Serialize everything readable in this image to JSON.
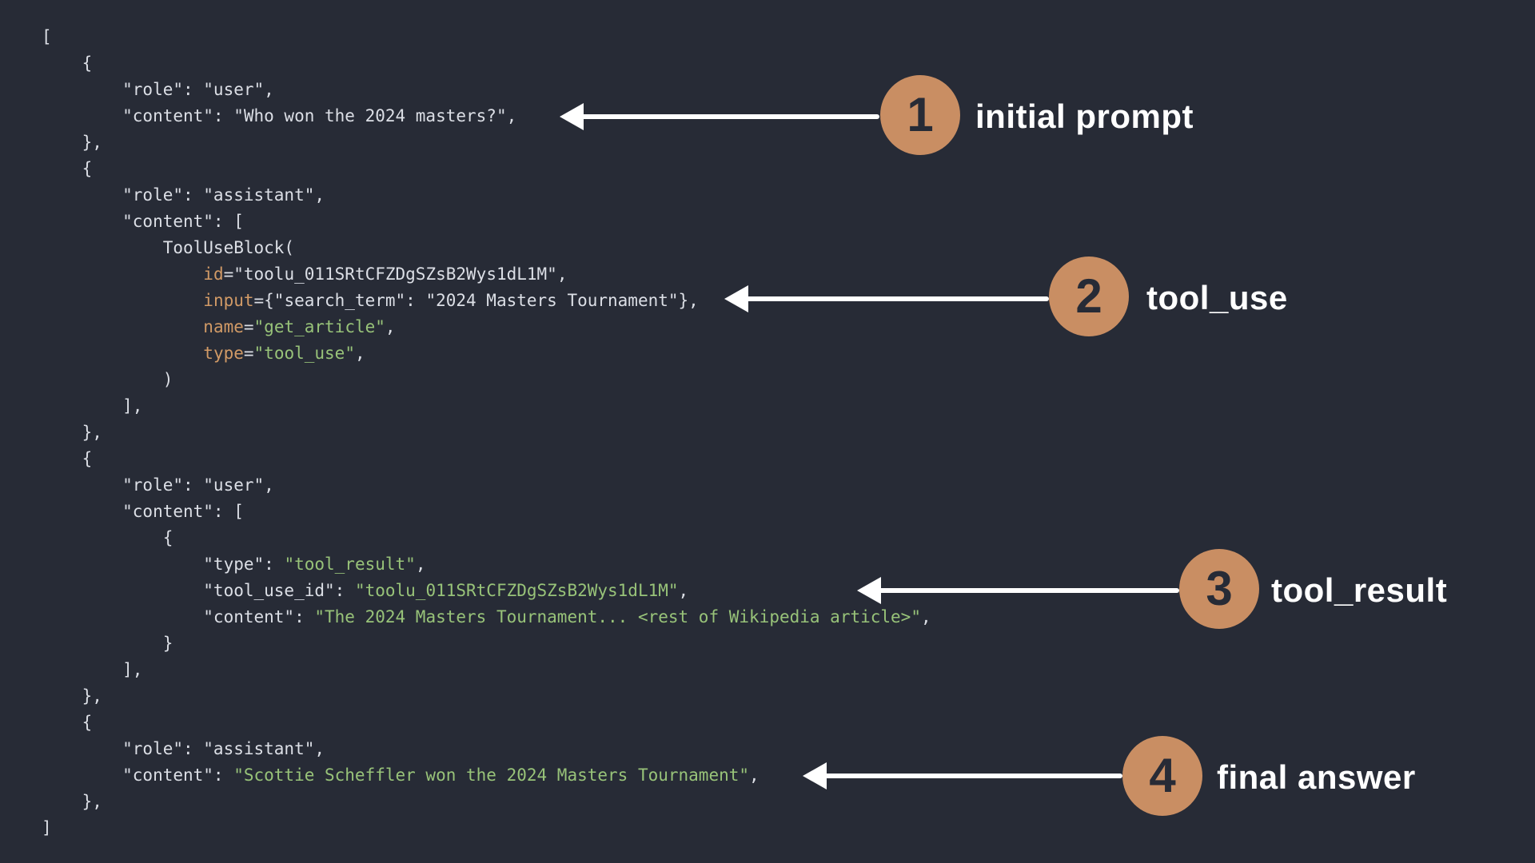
{
  "colors": {
    "background": "#272b36",
    "code_plain": "#dcdfe6",
    "code_orange": "#d19a66",
    "code_green": "#98c379",
    "circle_fill": "#c98e63",
    "circle_number": "#272b36",
    "arrow": "#ffffff",
    "label_text": "#ffffff"
  },
  "code": {
    "lines": [
      [
        {
          "t": "[",
          "c": "plain"
        }
      ],
      [
        {
          "t": "    {",
          "c": "plain"
        }
      ],
      [
        {
          "t": "        \"role\": \"user\",",
          "c": "plain"
        }
      ],
      [
        {
          "t": "        \"content\": \"Who won the 2024 masters?\",",
          "c": "plain"
        }
      ],
      [
        {
          "t": "    },",
          "c": "plain"
        }
      ],
      [
        {
          "t": "    {",
          "c": "plain"
        }
      ],
      [
        {
          "t": "        \"role\": \"assistant\",",
          "c": "plain"
        }
      ],
      [
        {
          "t": "        \"content\": [",
          "c": "plain"
        }
      ],
      [
        {
          "t": "            ToolUseBlock(",
          "c": "plain"
        }
      ],
      [
        {
          "t": "                ",
          "c": "plain"
        },
        {
          "t": "id",
          "c": "orange"
        },
        {
          "t": "=\"toolu_011SRtCFZDgSZsB2Wys1dL1M\",",
          "c": "plain"
        }
      ],
      [
        {
          "t": "                ",
          "c": "plain"
        },
        {
          "t": "input",
          "c": "orange"
        },
        {
          "t": "={\"search_term\": \"2024 Masters Tournament\"},",
          "c": "plain"
        }
      ],
      [
        {
          "t": "                ",
          "c": "plain"
        },
        {
          "t": "name",
          "c": "orange"
        },
        {
          "t": "=",
          "c": "plain"
        },
        {
          "t": "\"get_article\"",
          "c": "green"
        },
        {
          "t": ",",
          "c": "plain"
        }
      ],
      [
        {
          "t": "                ",
          "c": "plain"
        },
        {
          "t": "type",
          "c": "orange"
        },
        {
          "t": "=",
          "c": "plain"
        },
        {
          "t": "\"tool_use\"",
          "c": "green"
        },
        {
          "t": ",",
          "c": "plain"
        }
      ],
      [
        {
          "t": "            )",
          "c": "plain"
        }
      ],
      [
        {
          "t": "        ],",
          "c": "plain"
        }
      ],
      [
        {
          "t": "    },",
          "c": "plain"
        }
      ],
      [
        {
          "t": "    {",
          "c": "plain"
        }
      ],
      [
        {
          "t": "        \"role\": \"user\",",
          "c": "plain"
        }
      ],
      [
        {
          "t": "        \"content\": [",
          "c": "plain"
        }
      ],
      [
        {
          "t": "            {",
          "c": "plain"
        }
      ],
      [
        {
          "t": "                \"type\": ",
          "c": "plain"
        },
        {
          "t": "\"tool_result\"",
          "c": "green"
        },
        {
          "t": ",",
          "c": "plain"
        }
      ],
      [
        {
          "t": "                \"tool_use_id\": ",
          "c": "plain"
        },
        {
          "t": "\"toolu_011SRtCFZDgSZsB2Wys1dL1M\"",
          "c": "green"
        },
        {
          "t": ",",
          "c": "plain"
        }
      ],
      [
        {
          "t": "                \"content\": ",
          "c": "plain"
        },
        {
          "t": "\"The 2024 Masters Tournament... <rest of Wikipedia article>\"",
          "c": "green"
        },
        {
          "t": ",",
          "c": "plain"
        }
      ],
      [
        {
          "t": "            }",
          "c": "plain"
        }
      ],
      [
        {
          "t": "        ],",
          "c": "plain"
        }
      ],
      [
        {
          "t": "    },",
          "c": "plain"
        }
      ],
      [
        {
          "t": "    {",
          "c": "plain"
        }
      ],
      [
        {
          "t": "        \"role\": \"assistant\",",
          "c": "plain"
        }
      ],
      [
        {
          "t": "        \"content\": ",
          "c": "plain"
        },
        {
          "t": "\"Scottie Scheffler won the 2024 Masters Tournament\"",
          "c": "green"
        },
        {
          "t": ",",
          "c": "plain"
        }
      ],
      [
        {
          "t": "    },",
          "c": "plain"
        }
      ],
      [
        {
          "t": "]",
          "c": "plain"
        }
      ]
    ]
  },
  "annotations": [
    {
      "number": "1",
      "label": "initial prompt"
    },
    {
      "number": "2",
      "label": "tool_use"
    },
    {
      "number": "3",
      "label": "tool_result"
    },
    {
      "number": "4",
      "label": "final answer"
    }
  ]
}
